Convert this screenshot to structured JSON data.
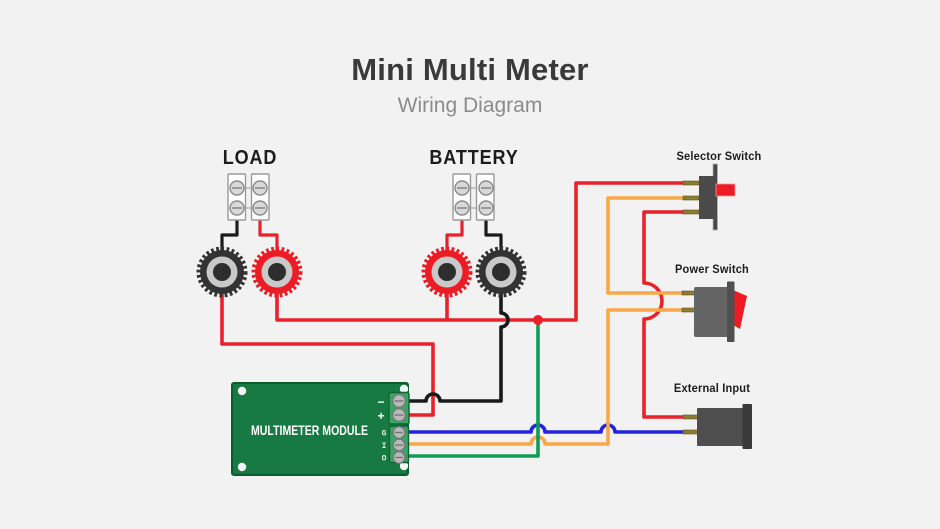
{
  "title": "Mini Multi Meter",
  "subtitle": "Wiring Diagram",
  "colors": {
    "background": "#f2f2f2",
    "wire_red": "#e8212a",
    "wire_black": "#1a1a1a",
    "wire_orange": "#f9a847",
    "wire_blue": "#2424dd",
    "wire_green": "#0e9c57",
    "pcb_green": "#177a42",
    "pin_olive": "#8a7d33",
    "accent_red": "#ed1c24",
    "post_black": "#333333"
  },
  "components": {
    "load": {
      "label": "LOAD"
    },
    "battery": {
      "label": "BATTERY"
    },
    "selector_switch": {
      "label": "Selector Switch"
    },
    "power_switch": {
      "label": "Power Switch"
    },
    "external_input": {
      "label": "External Input"
    },
    "module": {
      "label": "MULTIMETER MODULE",
      "terminals": {
        "minus": "−",
        "plus": "+",
        "g": "G",
        "i": "I",
        "o": "O"
      }
    }
  }
}
